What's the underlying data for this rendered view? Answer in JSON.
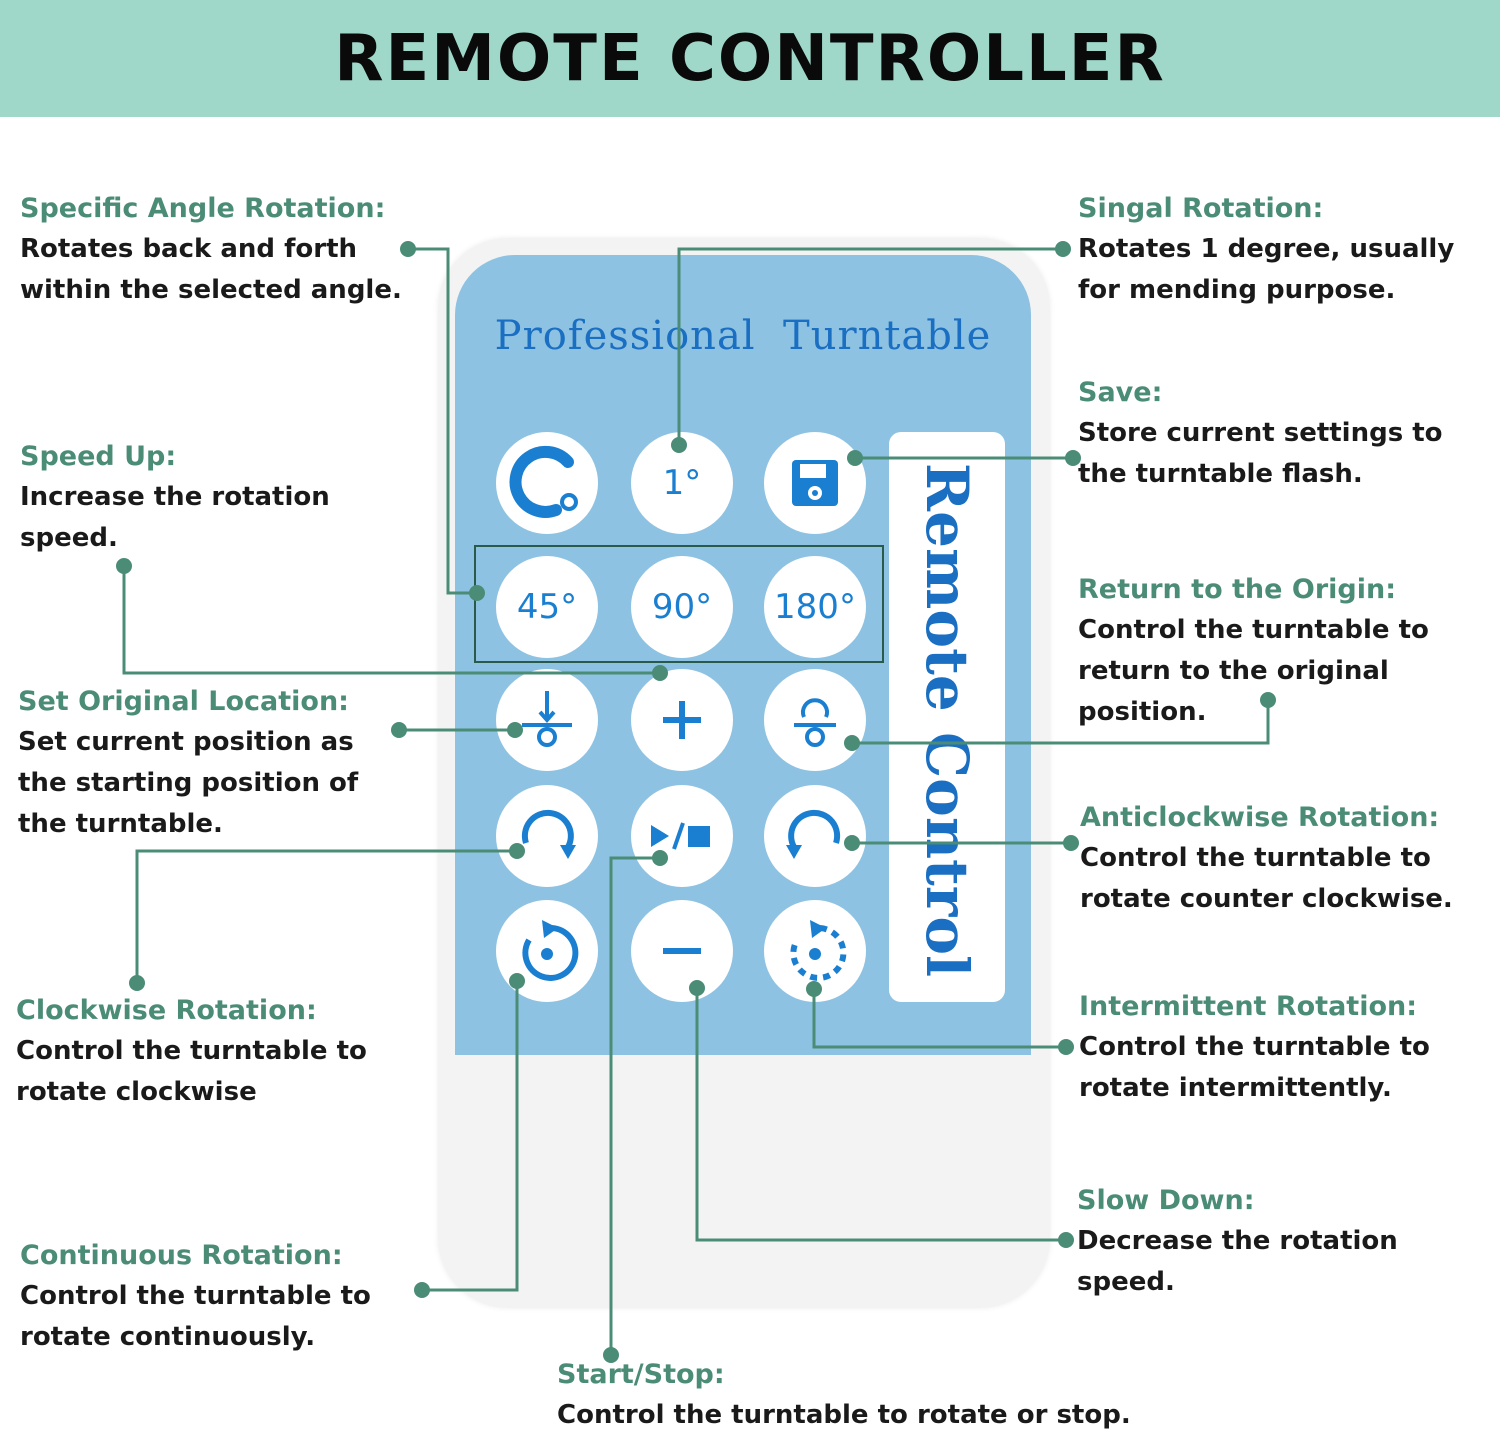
{
  "header": {
    "title": "REMOTE CONTROLLER"
  },
  "remote": {
    "title": "Professional  Turntable",
    "side_label": "Remote Control",
    "buttons": {
      "single": "1°",
      "angle45": "45°",
      "angle90": "90°",
      "angle180": "180°"
    }
  },
  "labels": {
    "specific_angle": {
      "title": "Specific Angle Rotation:",
      "desc": "Rotates back and forth\nwithin the selected angle."
    },
    "speed_up": {
      "title": "Speed Up:",
      "desc": "Increase the rotation\nspeed."
    },
    "set_origin": {
      "title": "Set Original Location:",
      "desc": "Set current position as\nthe starting position of\nthe turntable."
    },
    "clockwise": {
      "title": "Clockwise Rotation:",
      "desc": "Control the turntable to\nrotate clockwise"
    },
    "continuous": {
      "title": "Continuous Rotation:",
      "desc": "Control the turntable to\nrotate continuously."
    },
    "start_stop": {
      "title": "Start/Stop:",
      "desc": "Control the turntable to rotate or stop."
    },
    "single": {
      "title": "Singal Rotation:",
      "desc": "Rotates 1 degree, usually\nfor mending purpose."
    },
    "save": {
      "title": "Save:",
      "desc": "Store current settings to\nthe turntable flash."
    },
    "return_origin": {
      "title": "Return to the Origin:",
      "desc": "Control the turntable to\nreturn to the original\nposition."
    },
    "anticlockwise": {
      "title": "Anticlockwise Rotation:",
      "desc": "Control the turntable to\nrotate counter clockwise."
    },
    "intermittent": {
      "title": "Intermittent Rotation:",
      "desc": "Control the turntable to\nrotate intermittently."
    },
    "slow_down": {
      "title": "Slow Down:",
      "desc": "Decrease the rotation\nspeed."
    }
  },
  "colors": {
    "banner": "#9fd7c9",
    "label_title": "#4b8c76",
    "connector": "#4b8c76",
    "remote_face": "#8ec2e2",
    "button_icon": "#1a7fd0"
  }
}
